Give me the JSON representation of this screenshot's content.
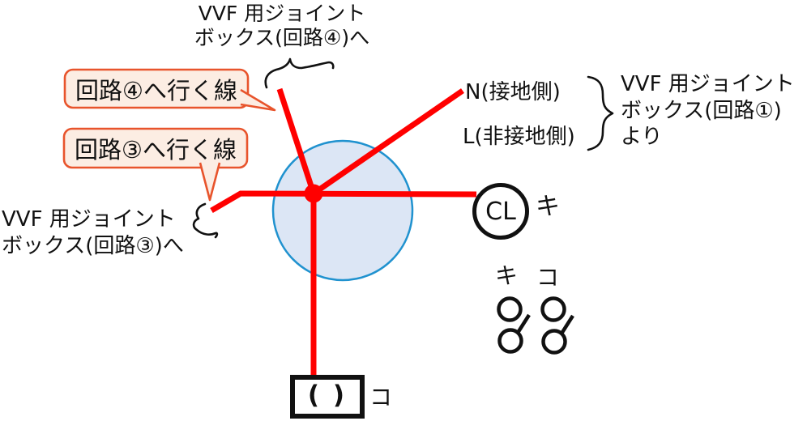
{
  "diagram": {
    "top_note": {
      "line1": "VVF 用ジョイント",
      "line2": "ボックス(回路④)へ"
    },
    "callouts": {
      "circuit4": "回路④へ行く線",
      "circuit3": "回路③へ行く線"
    },
    "left_note": {
      "line1": "VVF 用ジョイント",
      "line2": "ボックス(回路③)へ"
    },
    "source": {
      "wire_n": "N(接地側)",
      "wire_l": "L(非接地側)",
      "line1": "VVF 用ジョイント",
      "line2": "ボックス(回路①)",
      "line3": "より"
    },
    "ceiling_light": {
      "symbol": "CL",
      "tag": "キ"
    },
    "switches": {
      "ki_tag": "キ",
      "ko_tag": "コ"
    },
    "receptacle": {
      "symbol": "( )",
      "tag": "コ"
    }
  },
  "colors": {
    "red": "#ff0000",
    "callout_border": "#e8542c",
    "callout_fill": "#fcede3",
    "circle_stroke": "#2092cf",
    "circle_fill": "#dce6f5",
    "ink": "#111111"
  }
}
